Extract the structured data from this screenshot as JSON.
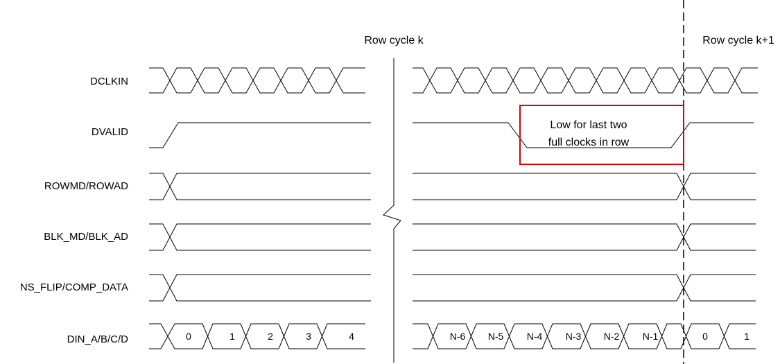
{
  "headers": {
    "row_cycle_k": "Row cycle k",
    "row_cycle_k1": "Row cycle k+1"
  },
  "signals": [
    {
      "name": "DCLKIN"
    },
    {
      "name": "DVALID"
    },
    {
      "name": "ROWMD/ROWAD"
    },
    {
      "name": "BLK_MD/BLK_AD"
    },
    {
      "name": "NS_FLIP/COMP_DATA"
    },
    {
      "name": "DIN_A/B/C/D"
    }
  ],
  "din_values": {
    "left": [
      "0",
      "1",
      "2",
      "3",
      "4"
    ],
    "right": [
      "N-6",
      "N-5",
      "N-4",
      "N-3",
      "N-2",
      "N-1",
      "0",
      "1"
    ]
  },
  "annotation": {
    "line1": "Low for last two",
    "line2": "full clocks in row",
    "color": "#e00000"
  }
}
